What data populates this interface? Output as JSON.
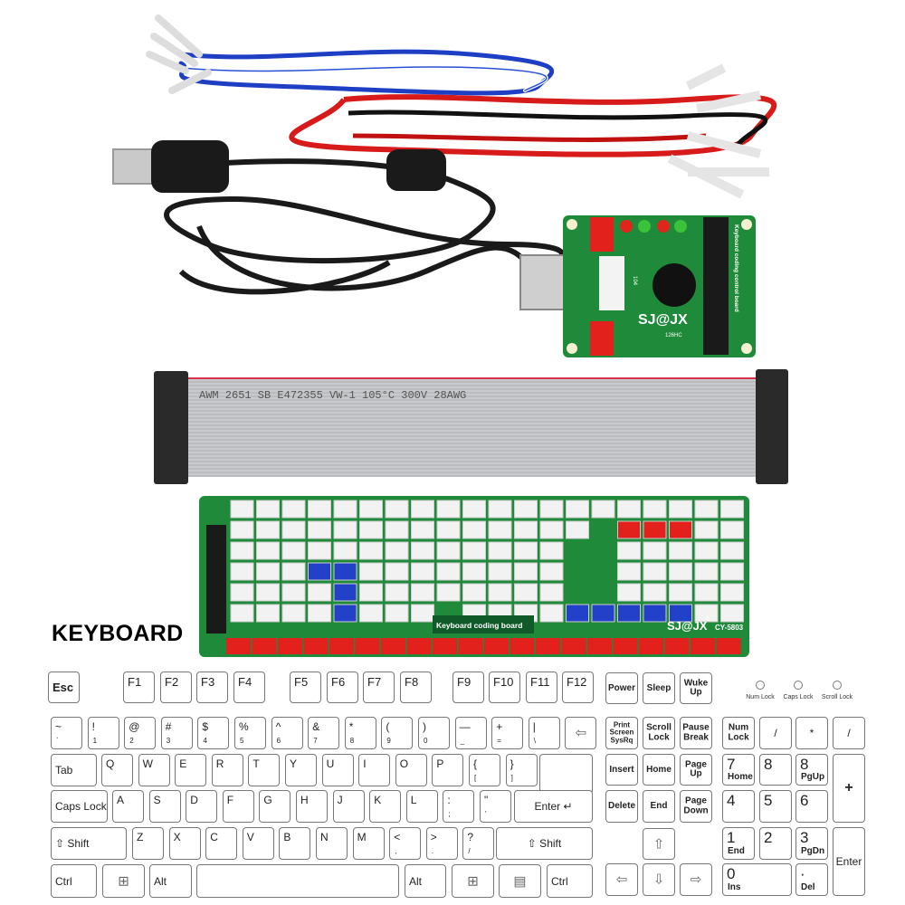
{
  "photo": {
    "ribbon_cable_text": "AWM  2651  SB  E472355  VW-1  105°C  300V  28AWG",
    "control_board": {
      "label": "Keyboard coding control board",
      "brand": "SJ@JX",
      "chip": "126HC",
      "part": "104"
    },
    "coding_board": {
      "label": "Keyboard coding board",
      "brand": "SJ@JX",
      "registered": "®",
      "model": "CY-5803"
    },
    "colors": {
      "pcb": "#1f8a3a",
      "red_connector": "#e2201c",
      "blue_connector": "#2340c8",
      "ribbon": "#c8c9cc",
      "usb_cable": "#1a1a1a"
    }
  },
  "keyboard": {
    "title": "KEYBOARD",
    "frow": [
      "Esc",
      "F1",
      "F2",
      "F3",
      "F4",
      "F5",
      "F6",
      "F7",
      "F8",
      "F9",
      "F10",
      "F11",
      "F12"
    ],
    "numrow": [
      {
        "t": "~",
        "b": "`"
      },
      {
        "t": "!",
        "b": "1"
      },
      {
        "t": "@",
        "b": "2"
      },
      {
        "t": "#",
        "b": "3"
      },
      {
        "t": "$",
        "b": "4"
      },
      {
        "t": "%",
        "b": "5"
      },
      {
        "t": "^",
        "b": "6"
      },
      {
        "t": "&",
        "b": "7"
      },
      {
        "t": "*",
        "b": "8"
      },
      {
        "t": "(",
        "b": "9"
      },
      {
        "t": ")",
        "b": "0"
      },
      {
        "t": "—",
        "b": "_"
      },
      {
        "t": "+",
        "b": "="
      },
      {
        "t": "|",
        "b": "\\"
      },
      {
        "t": "⇦",
        "icon": "backspace-arrow-icon"
      }
    ],
    "qrow": [
      {
        "t": "Tab"
      },
      {
        "t": "Q"
      },
      {
        "t": "W"
      },
      {
        "t": "E"
      },
      {
        "t": "R"
      },
      {
        "t": "T"
      },
      {
        "t": "Y"
      },
      {
        "t": "U"
      },
      {
        "t": "I"
      },
      {
        "t": "O"
      },
      {
        "t": "P"
      },
      {
        "t": "{",
        "b": "["
      },
      {
        "t": "}",
        "b": "]"
      }
    ],
    "arow": [
      {
        "t": "Caps Lock"
      },
      {
        "t": "A"
      },
      {
        "t": "S"
      },
      {
        "t": "D"
      },
      {
        "t": "F"
      },
      {
        "t": "G"
      },
      {
        "t": "H"
      },
      {
        "t": "J"
      },
      {
        "t": "K"
      },
      {
        "t": "L"
      },
      {
        "t": ":",
        "b": ";"
      },
      {
        "t": "\"",
        "b": "'"
      },
      {
        "t": "Enter ↵"
      }
    ],
    "zrow": [
      {
        "t": "⇧ Shift"
      },
      {
        "t": "Z"
      },
      {
        "t": "X"
      },
      {
        "t": "C"
      },
      {
        "t": "V"
      },
      {
        "t": "B"
      },
      {
        "t": "N"
      },
      {
        "t": "M"
      },
      {
        "t": "<",
        "b": ","
      },
      {
        "t": ">",
        "b": "."
      },
      {
        "t": "?",
        "b": "/"
      },
      {
        "t": "⇧ Shift"
      }
    ],
    "bottom": [
      {
        "t": "Ctrl"
      },
      {
        "t": "⊞",
        "icon": "windows-icon"
      },
      {
        "t": "Alt"
      },
      {
        "t": ""
      },
      {
        "t": "Alt"
      },
      {
        "t": "⊞",
        "icon": "windows-icon"
      },
      {
        "t": "▤",
        "icon": "context-menu-icon"
      },
      {
        "t": "Ctrl"
      }
    ],
    "nav": [
      {
        "t": "Power"
      },
      {
        "t": "Sleep"
      },
      {
        "t": "Wuke\nUp"
      },
      {
        "t": "Print\nScreen\nSysRq"
      },
      {
        "t": "Scroll\nLock"
      },
      {
        "t": "Pause\nBreak"
      },
      {
        "t": "Insert"
      },
      {
        "t": "Home"
      },
      {
        "t": "Page\nUp"
      },
      {
        "t": "Delete"
      },
      {
        "t": "End"
      },
      {
        "t": "Page\nDown"
      },
      {
        "t": "⇧",
        "icon": "arrow-up-icon"
      },
      {
        "t": "⇦",
        "icon": "arrow-left-icon"
      },
      {
        "t": "⇩",
        "icon": "arrow-down-icon"
      },
      {
        "t": "⇨",
        "icon": "arrow-right-icon"
      }
    ],
    "numpad": [
      {
        "t": "Num\nLock"
      },
      {
        "t": "/"
      },
      {
        "t": "*"
      },
      {
        "t": "/"
      },
      {
        "t": "7",
        "b": "Home"
      },
      {
        "t": "8"
      },
      {
        "t": "8",
        "b": "PgUp"
      },
      {
        "t": "+"
      },
      {
        "t": "4"
      },
      {
        "t": "5"
      },
      {
        "t": "6"
      },
      {
        "t": "1",
        "b": "End"
      },
      {
        "t": "2"
      },
      {
        "t": "3",
        "b": "PgDn"
      },
      {
        "t": "Enter"
      },
      {
        "t": "0",
        "b": "Ins"
      },
      {
        "t": "·",
        "b": "Del"
      }
    ],
    "leds": [
      "Num Lock",
      "Caps Lock",
      "Scroll Lock"
    ]
  }
}
